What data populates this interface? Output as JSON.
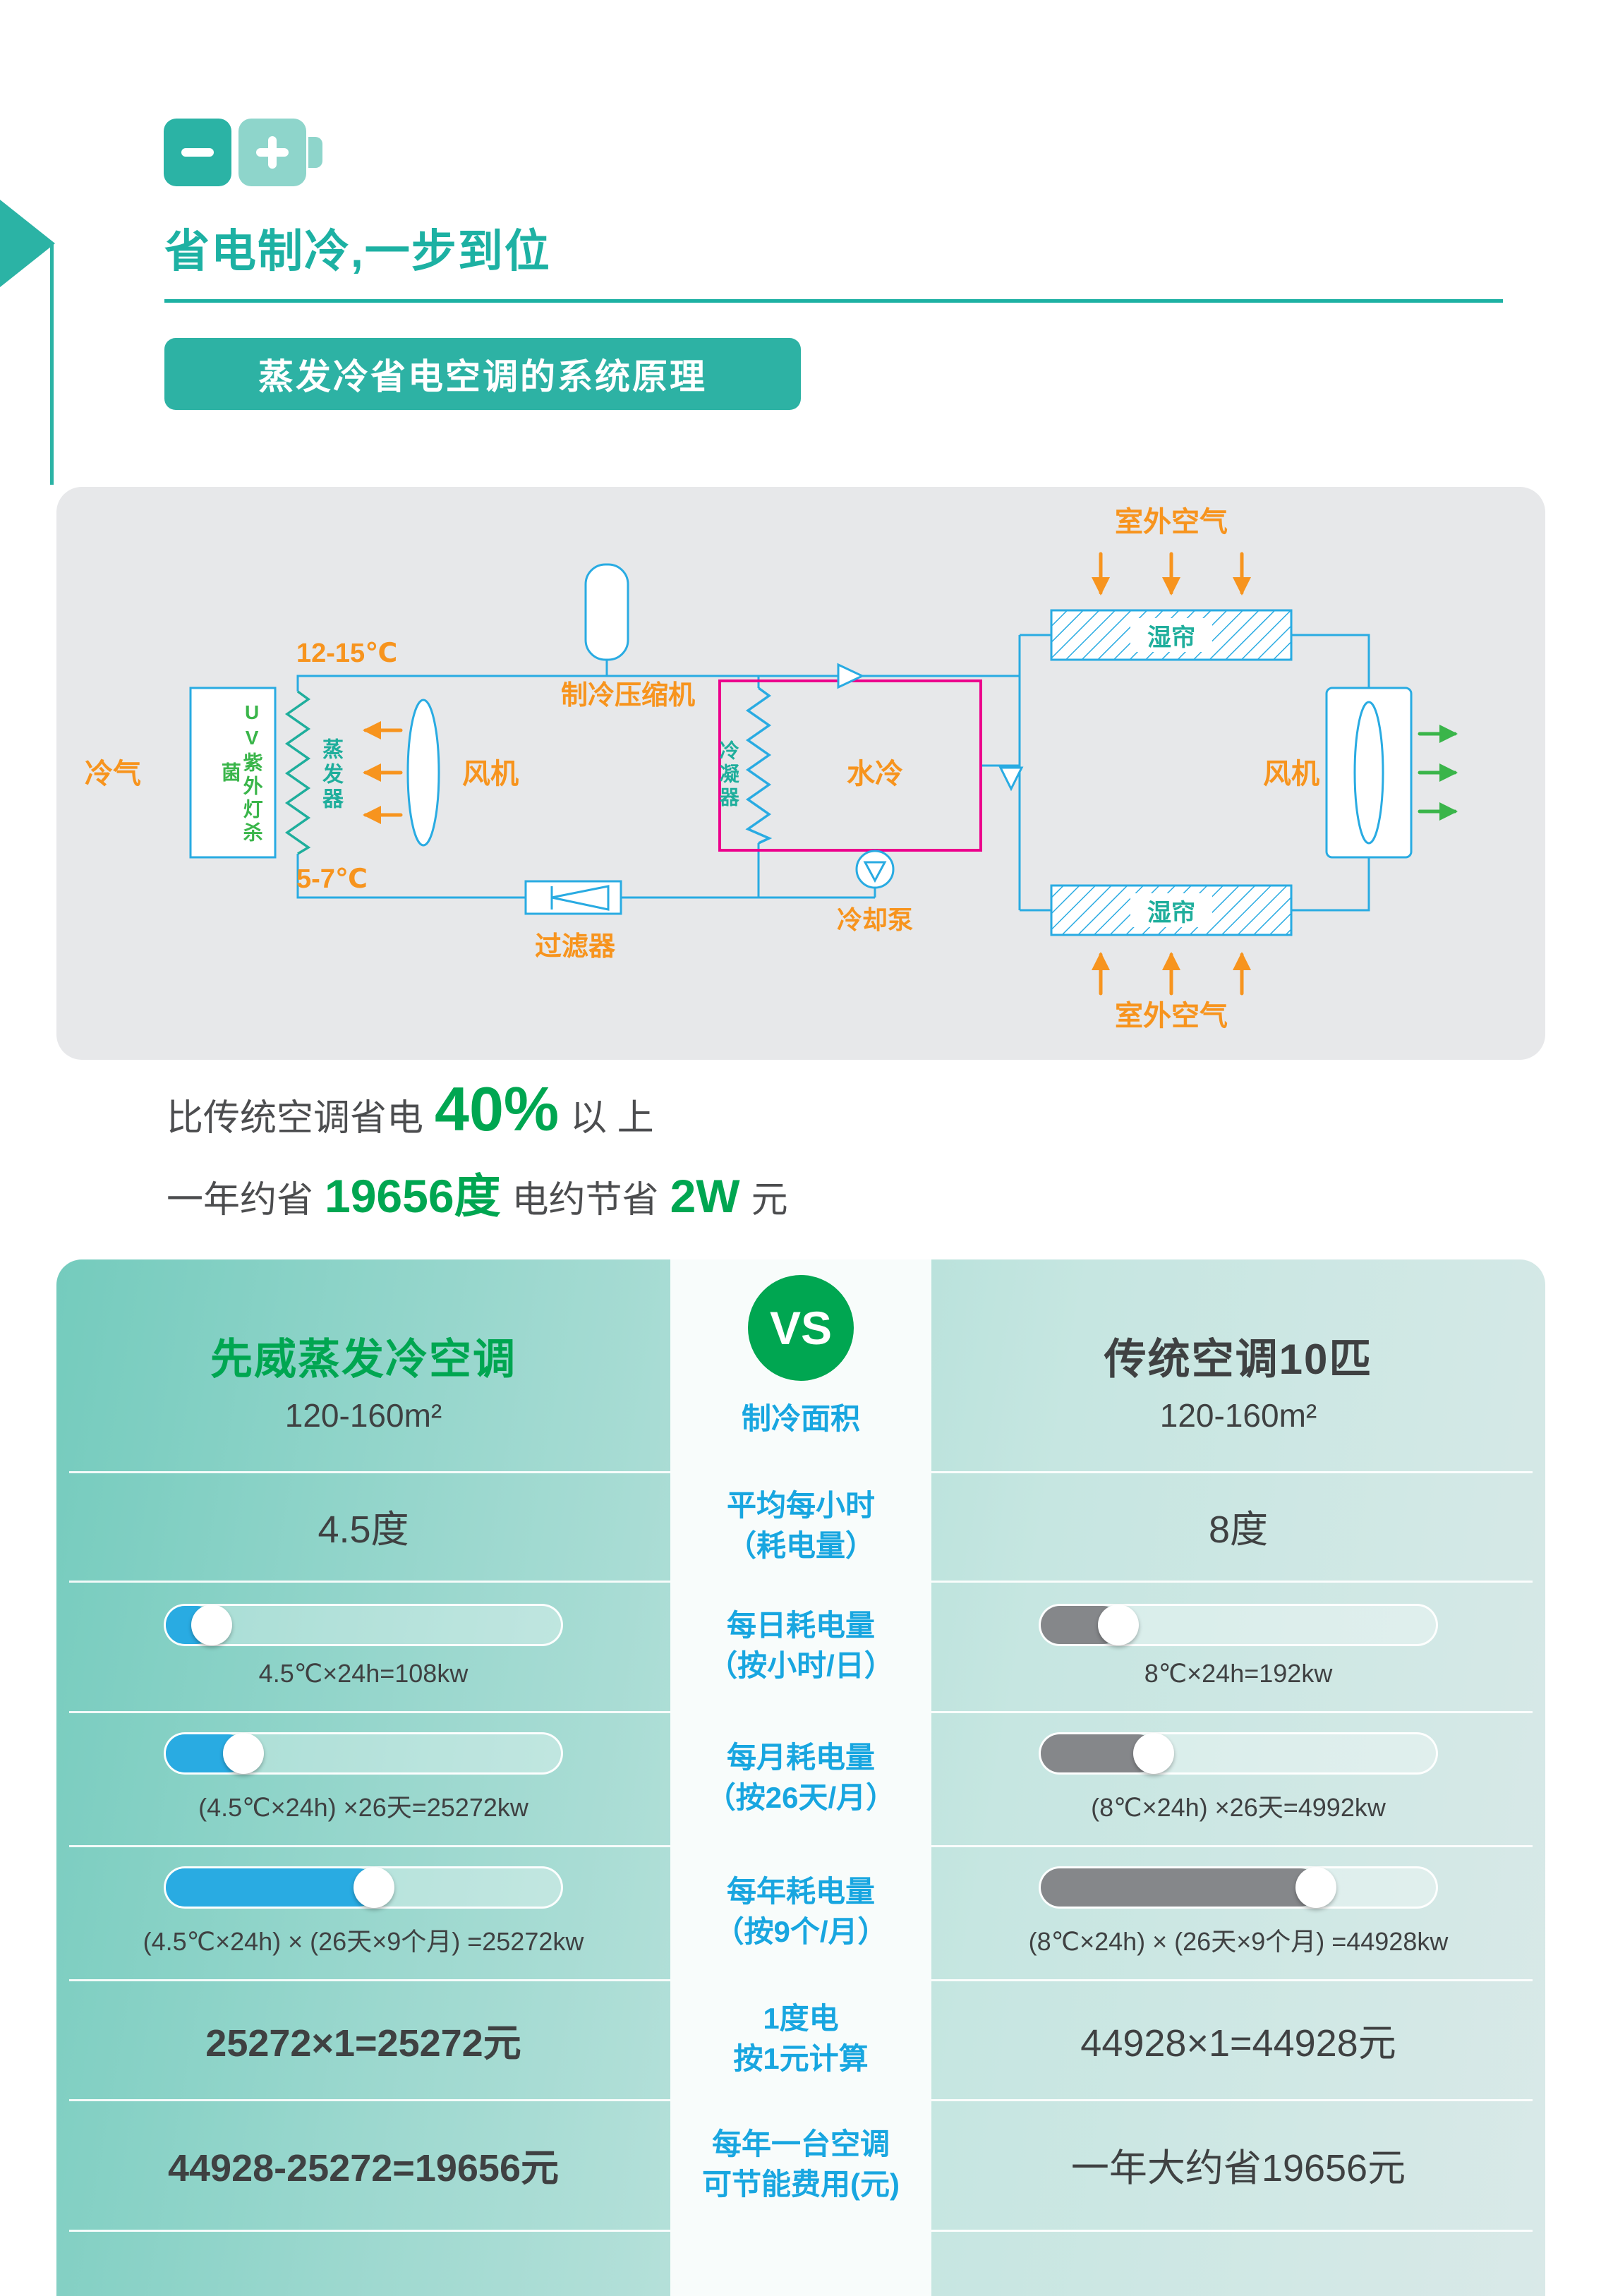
{
  "header": {
    "title": "省电制冷,一步到位",
    "badge": "蒸发冷省电空调的系统原理"
  },
  "diagram": {
    "outdoor_air_top": "室外空气",
    "wet_curtain_top": "湿帘",
    "wet_curtain_bottom": "湿帘",
    "outdoor_air_bottom": "室外空气",
    "fan_right": "风机",
    "fan_left": "风机",
    "cold_air": "冷气",
    "uv_lamp": "UV紫外灯杀菌",
    "evaporator": "蒸发器",
    "temp_high": "12-15℃",
    "temp_low": "5-7℃",
    "compressor": "制冷压缩机",
    "filter": "过滤器",
    "condenser": "冷凝器",
    "water_cooling": "水冷",
    "cooling_pump": "冷却泵"
  },
  "savings": {
    "line1": {
      "prefix": "比传统空调省电",
      "value": "40%",
      "suffix": "以 上"
    },
    "line2": {
      "p1": "一年约省",
      "v1": "19656度",
      "p2": "电约节省",
      "v2": "2W",
      "p3": "元"
    }
  },
  "comparison": {
    "vs": "VS",
    "left_title": "先威蒸发冷空调",
    "left_area": "120-160m²",
    "mid_header": "制冷面积",
    "right_title": "传统空调10匹",
    "right_area": "120-160m²",
    "rows": [
      {
        "left": "4.5度",
        "metric1": "平均每小时",
        "metric2": "（耗电量）",
        "right": "8度"
      },
      {
        "left_caption": "4.5℃×24h=108kw",
        "metric1": "每日耗电量",
        "metric2": "（按小时/日）",
        "right_caption": "8℃×24h=192kw"
      },
      {
        "left_caption": "(4.5℃×24h) ×26天=25272kw",
        "metric1": "每月耗电量",
        "metric2": "（按26天/月）",
        "right_caption": "(8℃×24h) ×26天=4992kw"
      },
      {
        "left_caption": "(4.5℃×24h) × (26天×9个月) =25272kw",
        "metric1": "每年耗电量",
        "metric2": "（按9个/月）",
        "right_caption": "(8℃×24h) × (26天×9个月) =44928kw"
      },
      {
        "left": "25272×1=25272元",
        "metric1": "1度电",
        "metric2": "按1元计算",
        "right": "44928×1=44928元"
      },
      {
        "left": "44928-25272=19656元",
        "metric1": "每年一台空调",
        "metric2": "可节能费用(元)",
        "right": "一年大约省19656元"
      }
    ],
    "bars": {
      "left": [
        70,
        115,
        300
      ],
      "right": [
        115,
        165,
        395
      ]
    }
  },
  "colors": {
    "teal": "#2bb3a5",
    "green": "#00a651",
    "orange": "#f7941e",
    "blue": "#29abe2",
    "magenta": "#ec008c",
    "metric_blue": "#18a6e0",
    "bar_gray": "#85878a",
    "panel_gray": "#e7e8ea",
    "dark_text": "#3f4142"
  }
}
